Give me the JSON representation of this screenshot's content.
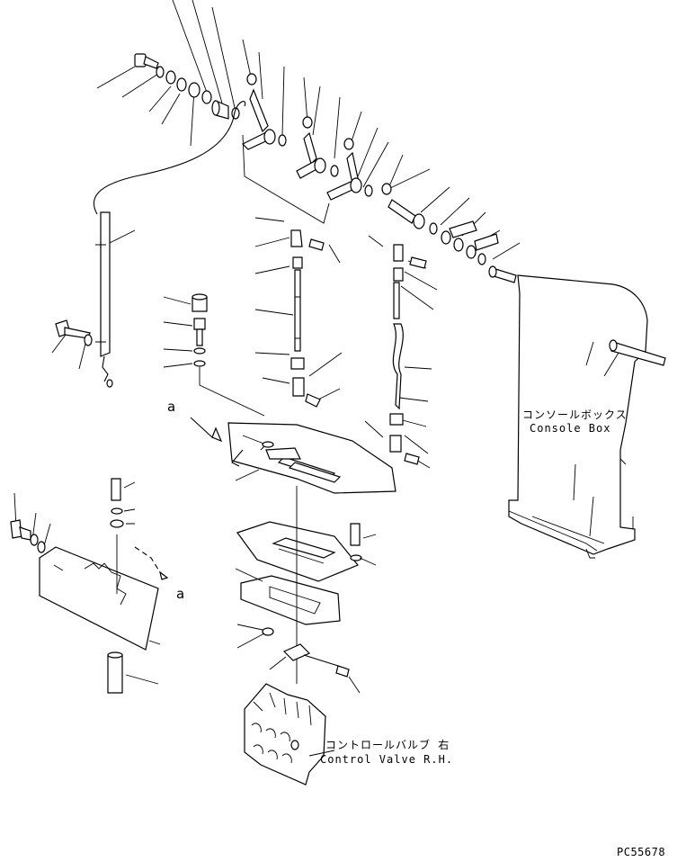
{
  "labels": {
    "console_box_jp": "コンソールボックス",
    "console_box_en": "Console Box",
    "control_valve_jp": "コントロールバルブ 右",
    "control_valve_en": "Control Valve R.H.",
    "detail_a_top": "a",
    "detail_a_bottom": "a"
  },
  "figure_code": "PC55678",
  "colors": {
    "line": "#000000",
    "background": "#ffffff"
  }
}
